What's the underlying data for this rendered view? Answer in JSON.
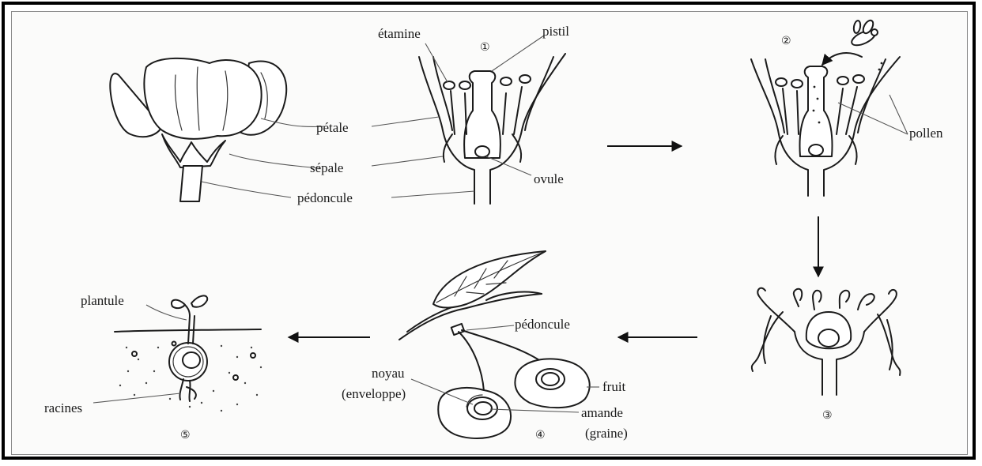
{
  "stage_numbers": {
    "s1": "①",
    "s2": "②",
    "s3": "③",
    "s4": "④",
    "s5": "⑤"
  },
  "labels": {
    "etamine": "étamine",
    "pistil": "pistil",
    "petale": "pétale",
    "sepale": "sépale",
    "pedoncule_flower": "pédoncule",
    "ovule": "ovule",
    "pollen": "pollen",
    "pedoncule_fruit": "pédoncule",
    "noyau": "noyau",
    "enveloppe": "(enveloppe)",
    "fruit": "fruit",
    "amande": "amande",
    "graine": "(graine)",
    "plantule": "plantule",
    "racines": "racines"
  },
  "colors": {
    "ink": "#1b1b1b",
    "border": "#000000",
    "background": "#ffffff"
  }
}
